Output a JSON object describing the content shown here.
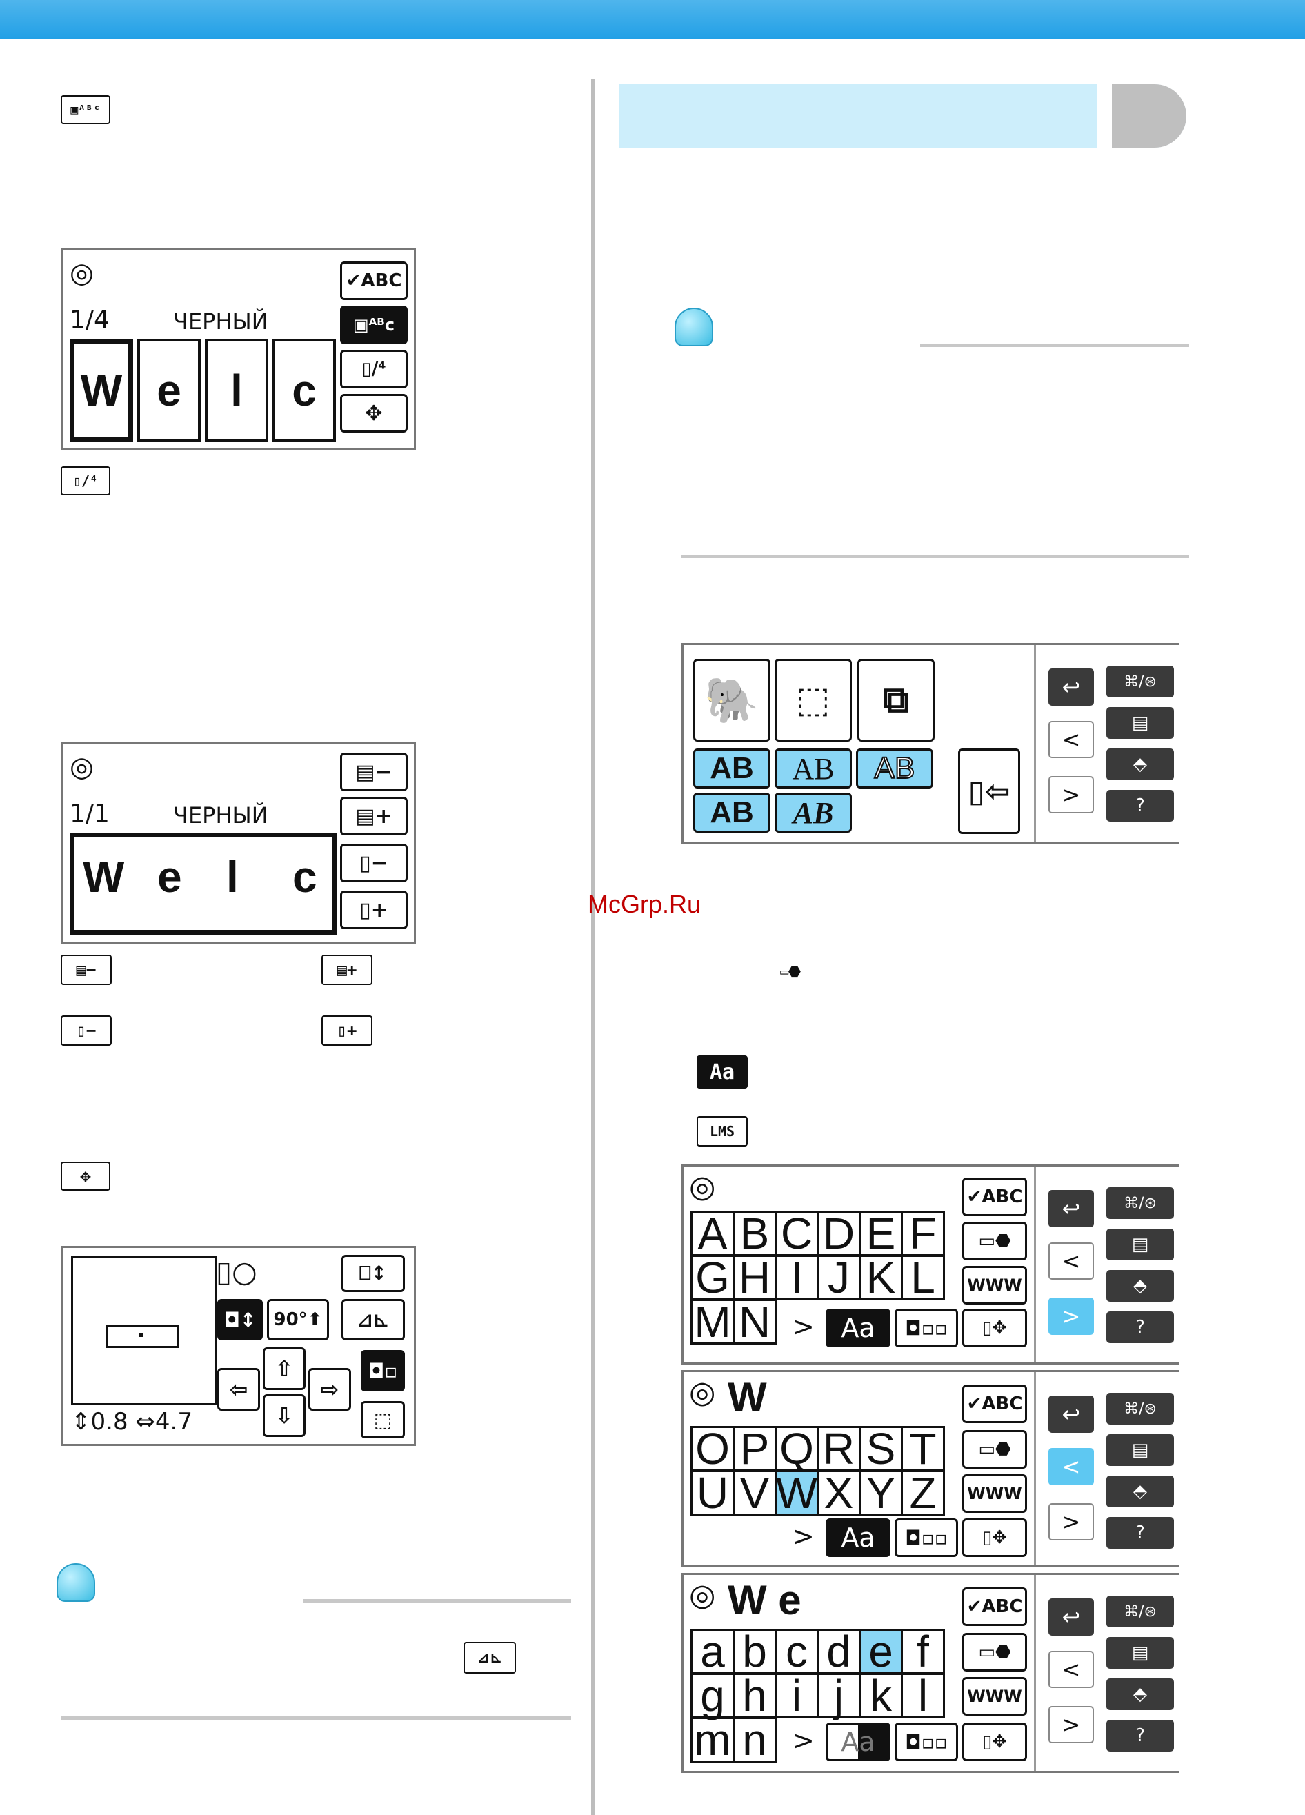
{
  "watermark": "McGrp.Ru",
  "screen1": {
    "counter": "1/4",
    "color_name": "ЧЕРНЫЙ",
    "letters": [
      "W",
      "e",
      "l",
      "c"
    ],
    "right_buttons": [
      "✔ABC",
      "▣ᴬᴮc",
      "▯/⁴",
      "✥"
    ]
  },
  "screen2": {
    "counter": "1/1",
    "color_name": "ЧЕРНЫЙ",
    "letters": [
      "W",
      "e",
      "l",
      "c"
    ],
    "right_buttons": [
      "▤−",
      "▤+",
      "▯−",
      "▯+"
    ]
  },
  "screen3": {
    "size_h": "0.8",
    "size_w": "4.7",
    "rotate_label": "90°"
  },
  "keyboard_uppercase1": {
    "rows": [
      [
        "A",
        "B",
        "C",
        "D",
        "E",
        "F"
      ],
      [
        "G",
        "H",
        "I",
        "J",
        "K",
        "L"
      ],
      [
        "M",
        "N"
      ]
    ],
    "next": ">",
    "case_label": "Aa"
  },
  "keyboard_uppercase2": {
    "input": "W",
    "rows": [
      [
        "O",
        "P",
        "Q",
        "R",
        "S",
        "T"
      ],
      [
        "U",
        "V",
        "W",
        "X",
        "Y",
        "Z"
      ]
    ],
    "highlight": "W",
    "next": ">",
    "case_label": "Aa"
  },
  "keyboard_lowercase": {
    "input": "W e",
    "rows": [
      [
        "a",
        "b",
        "c",
        "d",
        "e",
        "f"
      ],
      [
        "g",
        "h",
        "i",
        "j",
        "k",
        "l"
      ],
      [
        "m",
        "n"
      ]
    ],
    "highlight": "e",
    "next": ">",
    "case_label": "Aa"
  },
  "font_selection": {
    "fonts": [
      "AB",
      "AB",
      "AB",
      "AB",
      "AB"
    ]
  },
  "inline_icons": {
    "case_toggle": "Aa",
    "size_toggle": "LMS"
  },
  "side_panel": {
    "back": "↩",
    "prev": "<",
    "next": ">"
  }
}
